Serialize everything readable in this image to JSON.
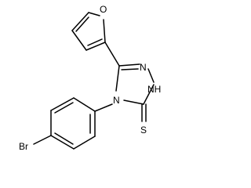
{
  "molecule": {
    "atoms": {
      "furan_o": "O",
      "triazole_n4": "N",
      "triazole_n1": "N",
      "triazole_nh": "NH",
      "thione_s": "S",
      "bromine": "Br"
    }
  }
}
